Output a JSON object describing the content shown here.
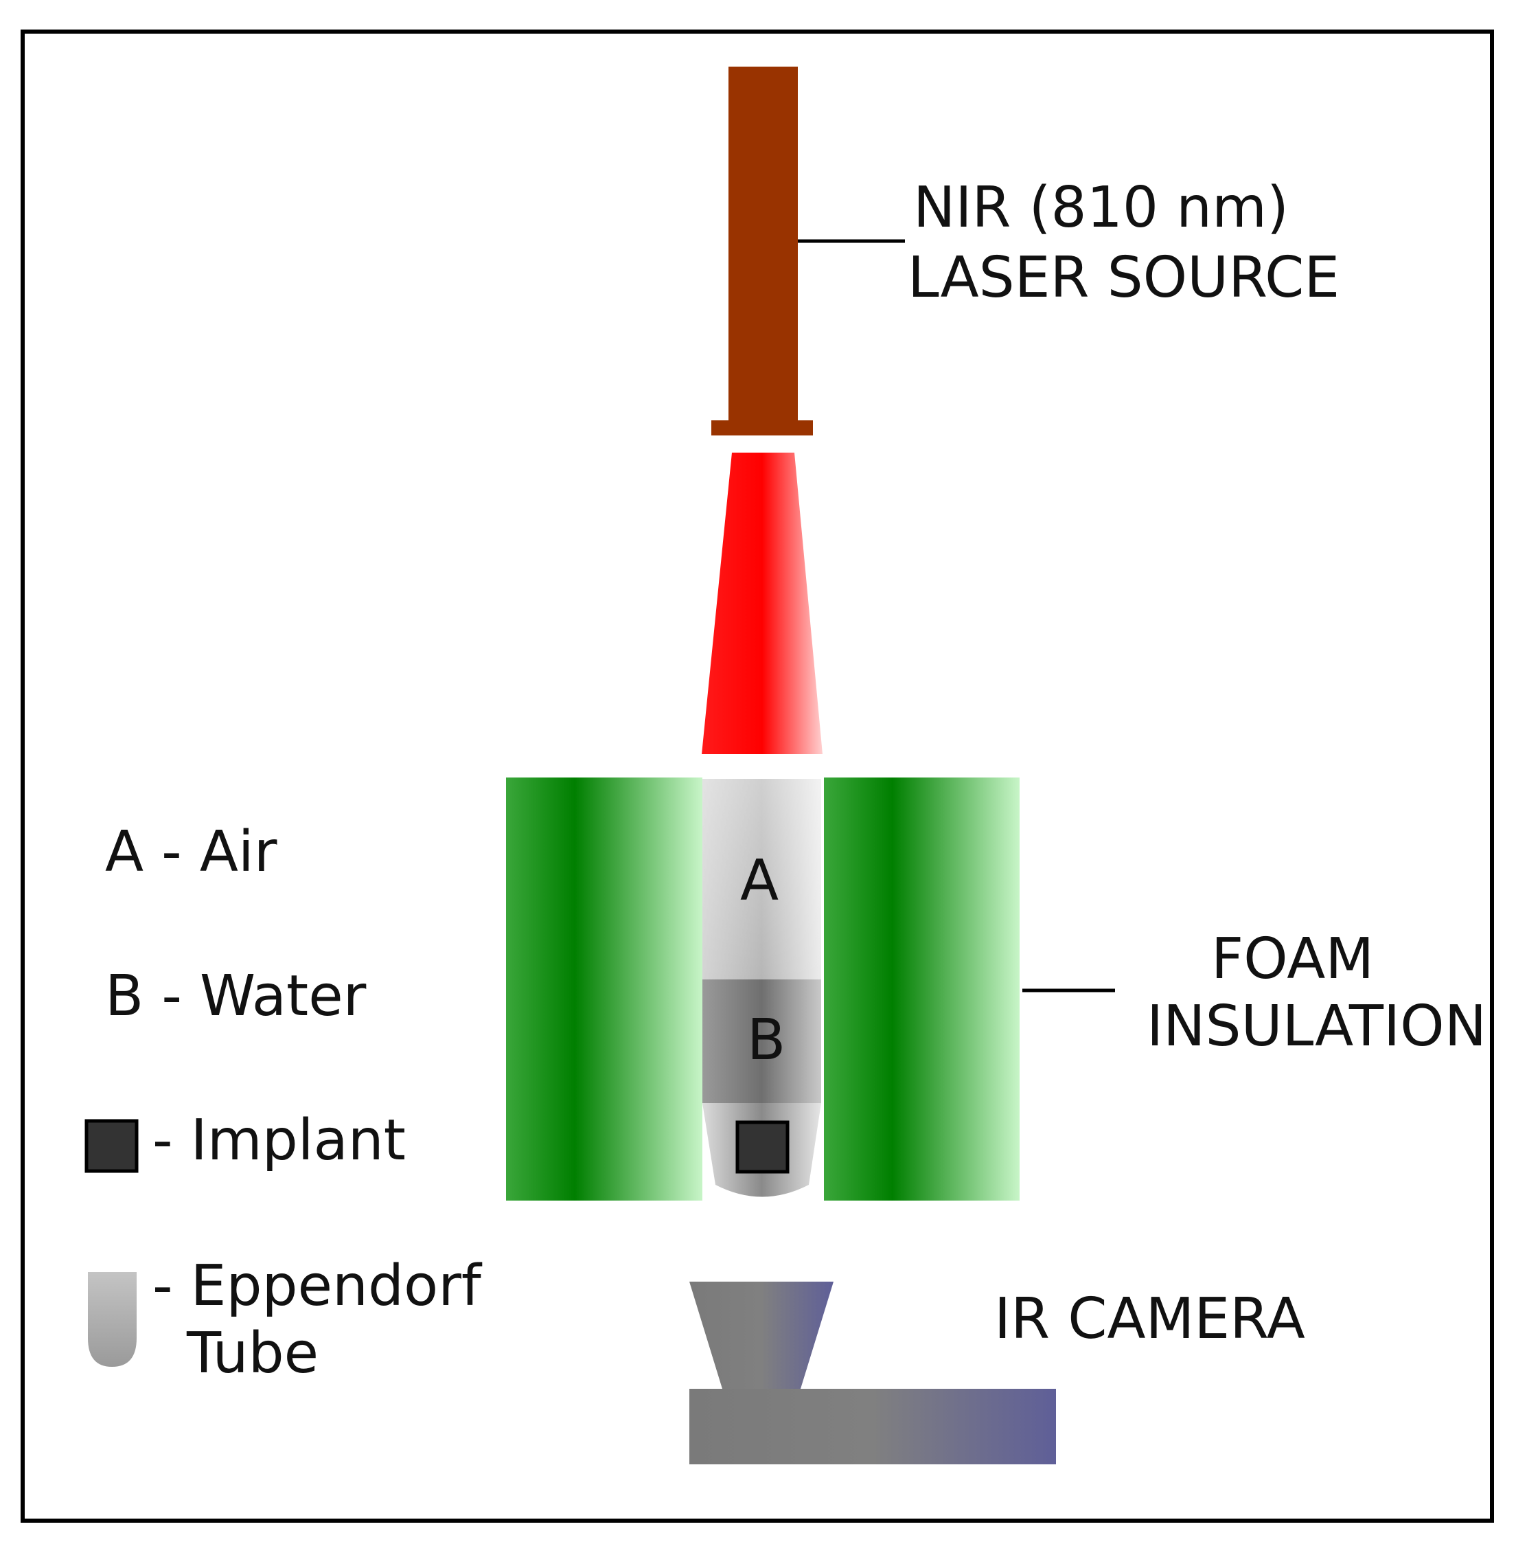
{
  "labels": {
    "laser_line1": "NIR (810 nm)",
    "laser_line2": "LASER SOURCE",
    "foam_line1": "FOAM",
    "foam_line2": "INSULATION",
    "camera": "IR CAMERA",
    "tube_a": "A",
    "tube_b": "B"
  },
  "legend": {
    "air": "A - Air",
    "water": "B - Water",
    "implant": "- Implant",
    "tube_line1": "- Eppendorf",
    "tube_line2": "Tube"
  },
  "colors": {
    "laser_body": "#993300",
    "laser_beam": "#ff0000",
    "foam_dark": "#007f00",
    "foam_light": "#c8f5c8",
    "camera_gray": "#808080",
    "camera_blue": "#5f5f98",
    "implant": "#333333",
    "frame": "#000000"
  }
}
